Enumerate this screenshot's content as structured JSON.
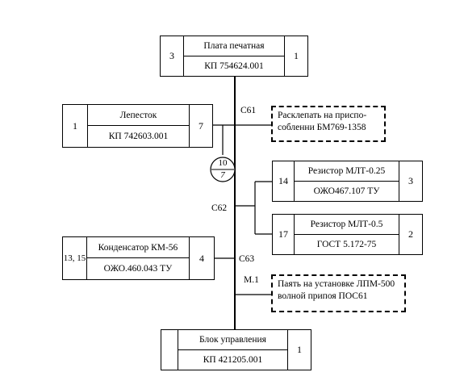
{
  "blocks": {
    "plate": {
      "left": "3",
      "name": "Плата печатная",
      "code": "КП 754624.001",
      "right": "1"
    },
    "petal": {
      "left": "1",
      "name": "Лепесток",
      "code": "КП 742603.001",
      "right": "7"
    },
    "res1": {
      "left": "14",
      "name": "Резистор МЛТ-0.25",
      "code": "ОЖО467.107 ТУ",
      "right": "3"
    },
    "res2": {
      "left": "17",
      "name": "Резистор МЛТ-0.5",
      "code": "ГОСТ 5.172-75",
      "right": "2"
    },
    "cap": {
      "left": "13, 15",
      "name": "Конденсатор КМ-56",
      "code": "ОЖО.460.043 ТУ",
      "right": "4"
    },
    "control": {
      "left": "",
      "name": "Блок управления",
      "code": "КП 421205.001",
      "right": "1"
    }
  },
  "notes": {
    "riveting": "Расклепать на приспо-собленни БМ769-1358",
    "soldering": "Паять на установке ЛПМ-500 волной припоя ПОС61"
  },
  "labels": {
    "c61": "С61",
    "c62": "С62",
    "c63": "С63",
    "m1": "М.1"
  },
  "circle": {
    "top": "10",
    "bottom": "7"
  }
}
